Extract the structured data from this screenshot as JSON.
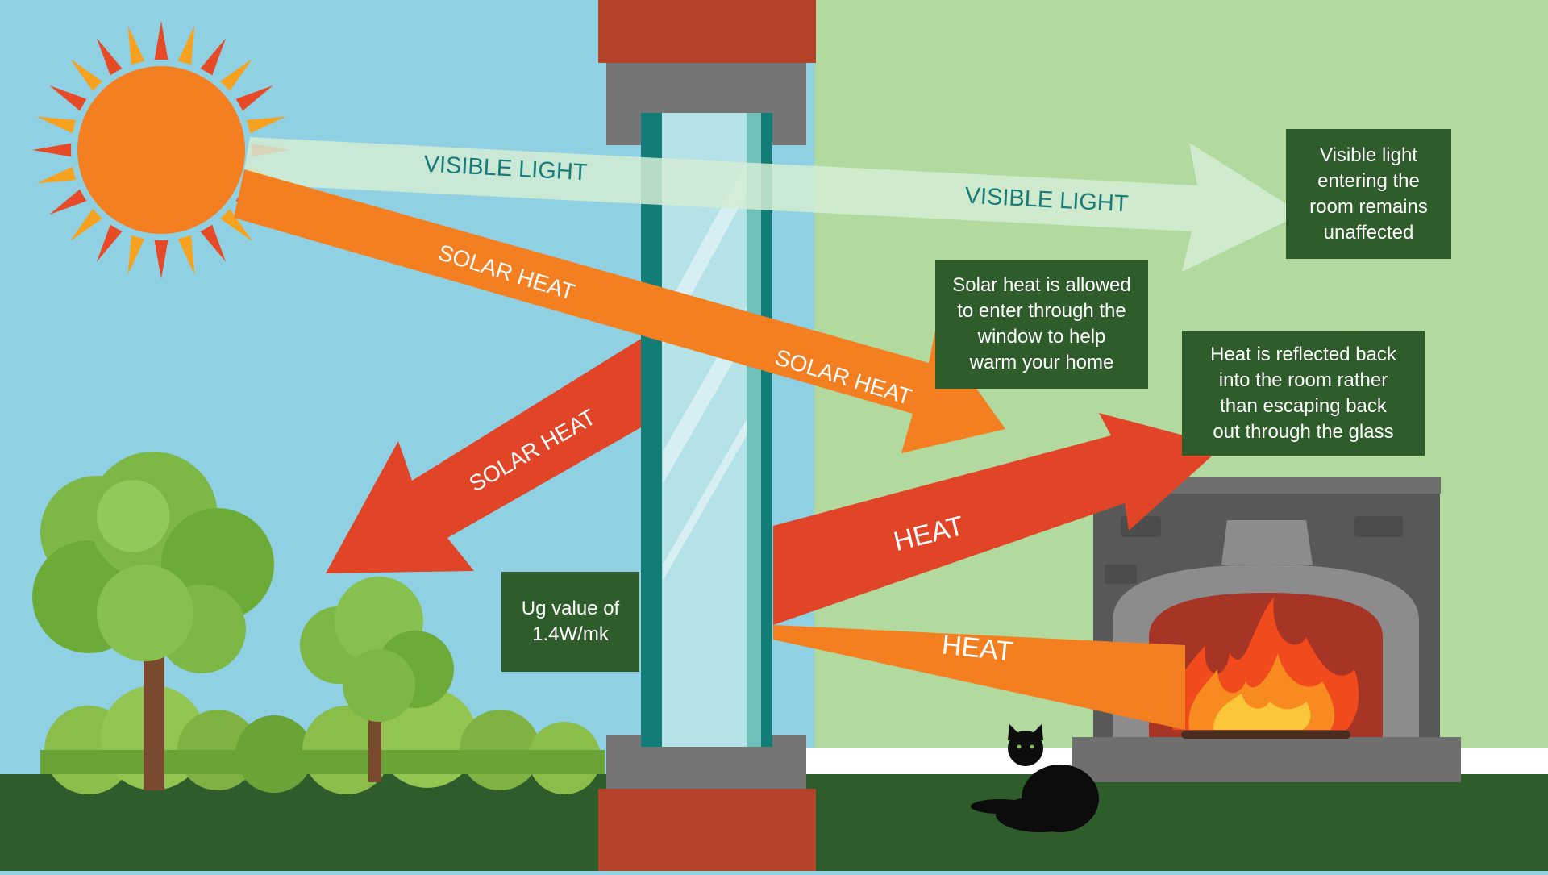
{
  "labels": {
    "visible_light_outside": "VISIBLE LIGHT",
    "visible_light_inside": "VISIBLE LIGHT",
    "solar_heat_incoming": "SOLAR HEAT",
    "solar_heat_through": "SOLAR HEAT",
    "solar_heat_reflected": "SOLAR HEAT",
    "heat_reflected": "HEAT",
    "heat_from_fire": "HEAT"
  },
  "notes": {
    "visible_light": "Visible light\nentering the\nroom remains\nunaffected",
    "solar_heat": "Solar heat is allowed\nto enter through the\nwindow to help\nwarm your home",
    "heat_reflected": "Heat is reflected back\ninto the room rather\nthan escaping back\nout through the glass",
    "ug_value": "Ug value of\n1.4W/mk"
  },
  "colors": {
    "sky": "#8fd0e2",
    "room_wall": "#b2da9f",
    "ground": "#2f5c2b",
    "brick": "#b5432a",
    "frame_gray": "#757575",
    "glass_frame": "#127d76",
    "glass": "#b5e2e6",
    "solar_heat_orange": "#f47f20",
    "solar_heat_red": "#e14426",
    "visible_light": "#d4ecd3",
    "visible_light_text": "#197a7a",
    "note_bg": "#2f5c2b"
  },
  "icons": [
    "sun-icon",
    "tree-icon",
    "bush-icon",
    "fireplace-icon",
    "flame-icon",
    "cat-icon"
  ]
}
